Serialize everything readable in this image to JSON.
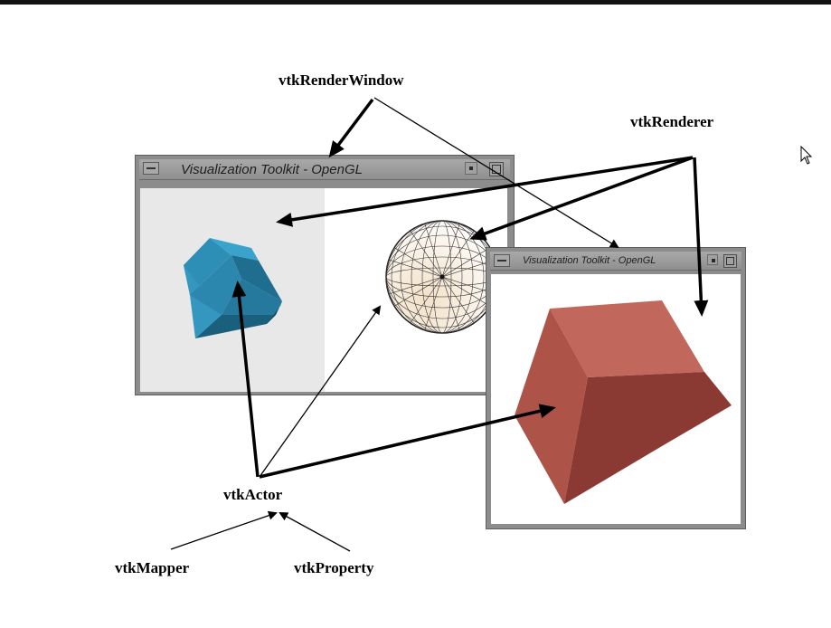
{
  "labels": {
    "render_window": "vtkRenderWindow",
    "renderer": "vtkRenderer",
    "actor": "vtkActor",
    "mapper": "vtkMapper",
    "property": "vtkProperty"
  },
  "windows": {
    "left": {
      "title": "Visualization Toolkit - OpenGL"
    },
    "right": {
      "title": "Visualization Toolkit - OpenGL"
    }
  },
  "colors": {
    "left_viewport_bg": "#e8e8e8",
    "right_viewport_bg": "#ffffff",
    "window_frame": "#8c8c8c",
    "diamond": "#2a86ad",
    "cube": "#b3574c",
    "arrow": "#000000"
  },
  "icons": [
    "window-menu-icon",
    "minimize-icon",
    "maximize-icon",
    "mouse-cursor-icon"
  ]
}
